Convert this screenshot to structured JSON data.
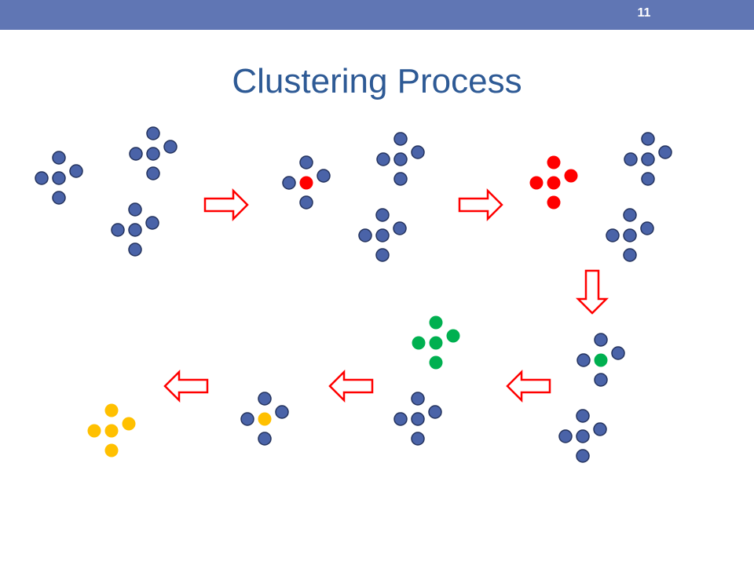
{
  "slide": {
    "number": "11",
    "title": "Clustering Process"
  },
  "colors": {
    "header_bar": "#6076b4",
    "title": "#2e5a95",
    "unclustered_dot": "#4a63a8",
    "unclustered_stroke": "#24335e",
    "cluster_1": "#ff0000",
    "cluster_2": "#00b050",
    "cluster_3": "#ffc000",
    "arrow_outline": "#ff0000"
  },
  "diagram": {
    "stages": [
      {
        "id": "stage-1",
        "highlight": "none",
        "highlighted_dot_color": null
      },
      {
        "id": "stage-2",
        "highlight": "seed point of first group",
        "highlighted_dot_color": "cluster_1"
      },
      {
        "id": "stage-3",
        "highlight": "first group fully clustered",
        "highlighted_dot_color": "cluster_1"
      },
      {
        "id": "stage-4",
        "highlight": "seed point of second group, first group removed",
        "highlighted_dot_color": "cluster_2"
      },
      {
        "id": "stage-5",
        "highlight": "second group fully clustered",
        "highlighted_dot_color": "cluster_2"
      },
      {
        "id": "stage-6",
        "highlight": "seed point of third group, second group removed",
        "highlighted_dot_color": "cluster_3"
      },
      {
        "id": "stage-7",
        "highlight": "third group fully clustered",
        "highlighted_dot_color": "cluster_3"
      }
    ],
    "arrows": [
      {
        "direction": "right"
      },
      {
        "direction": "right"
      },
      {
        "direction": "down"
      },
      {
        "direction": "left"
      },
      {
        "direction": "left"
      },
      {
        "direction": "left"
      }
    ]
  }
}
